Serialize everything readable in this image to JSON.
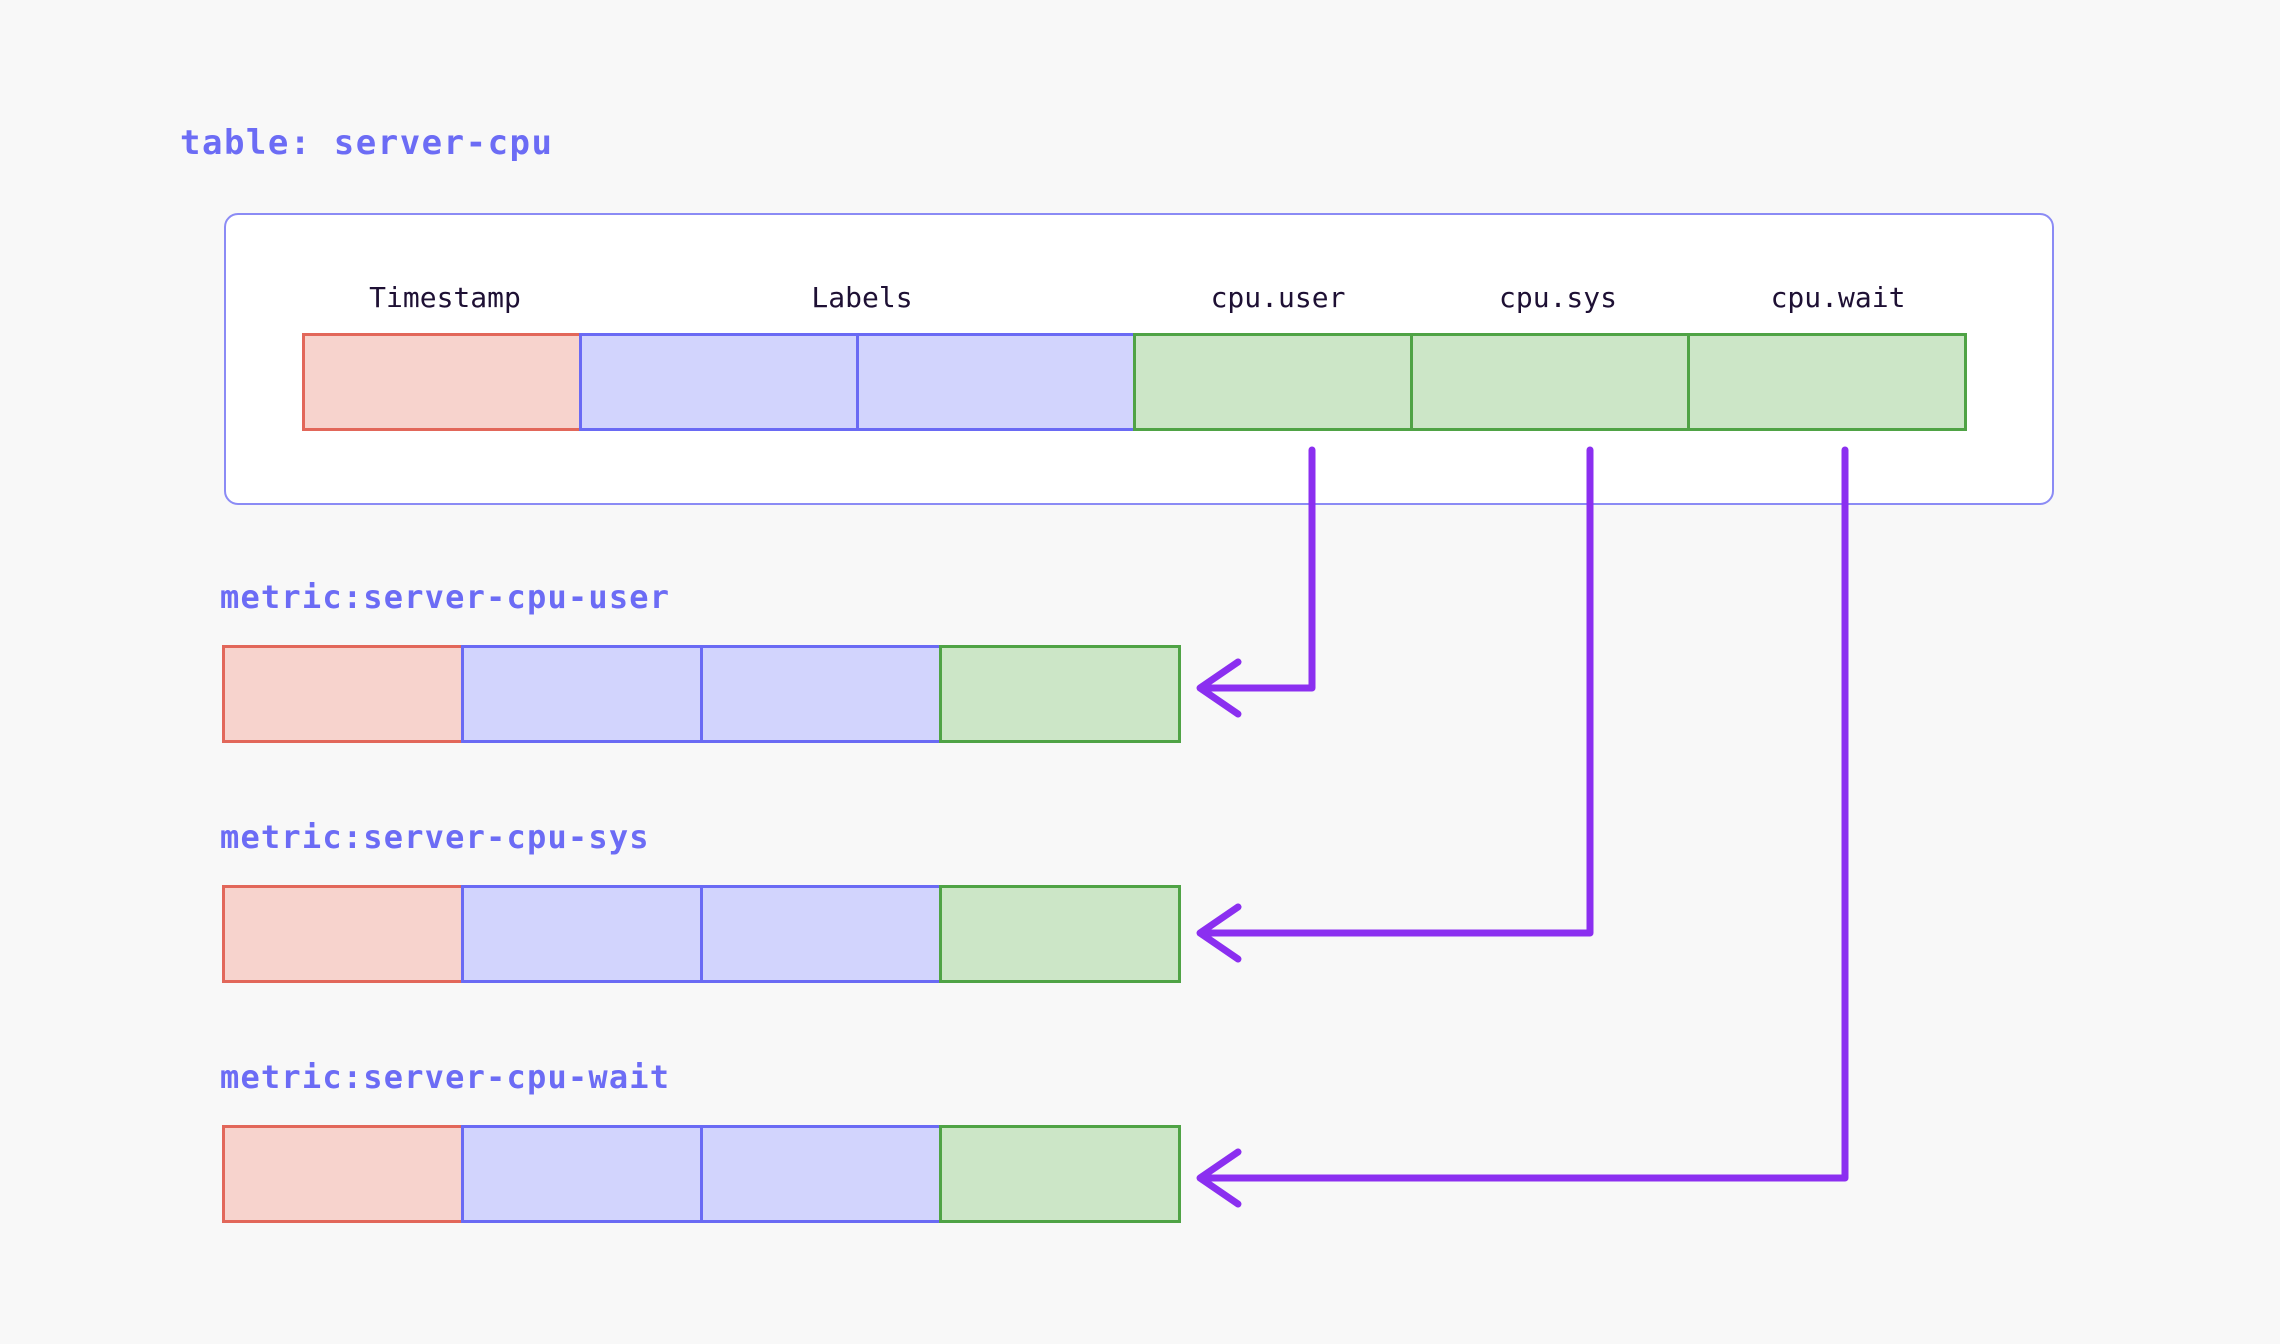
{
  "page": {
    "background_color": "#f8f8f8",
    "accent_color": "#6c6cf5",
    "arrow_color": "#8b2ff0"
  },
  "table_section": {
    "title": "table: server-cpu",
    "columns": [
      {
        "label": "Timestamp",
        "kind": "timestamp",
        "color": "red"
      },
      {
        "label": "Labels",
        "kind": "labels",
        "color": "blue"
      },
      {
        "label": "cpu.user",
        "kind": "value",
        "color": "green"
      },
      {
        "label": "cpu.sys",
        "kind": "value",
        "color": "green"
      },
      {
        "label": "cpu.wait",
        "kind": "value",
        "color": "green"
      }
    ],
    "cells": [
      {
        "color": "red"
      },
      {
        "color": "blue"
      },
      {
        "color": "blue"
      },
      {
        "color": "green"
      },
      {
        "color": "green"
      },
      {
        "color": "green"
      }
    ]
  },
  "metrics": [
    {
      "title": "metric:server-cpu-user",
      "source_column": "cpu.user",
      "cells": [
        {
          "color": "red"
        },
        {
          "color": "blue"
        },
        {
          "color": "blue"
        },
        {
          "color": "green"
        }
      ]
    },
    {
      "title": "metric:server-cpu-sys",
      "source_column": "cpu.sys",
      "cells": [
        {
          "color": "red"
        },
        {
          "color": "blue"
        },
        {
          "color": "blue"
        },
        {
          "color": "green"
        }
      ]
    },
    {
      "title": "metric:server-cpu-wait",
      "source_column": "cpu.wait",
      "cells": [
        {
          "color": "red"
        },
        {
          "color": "blue"
        },
        {
          "color": "blue"
        },
        {
          "color": "green"
        }
      ]
    }
  ],
  "connectors": [
    {
      "from": "cpu.user",
      "to": "metric:server-cpu-user"
    },
    {
      "from": "cpu.sys",
      "to": "metric:server-cpu-sys"
    },
    {
      "from": "cpu.wait",
      "to": "metric:server-cpu-wait"
    }
  ]
}
